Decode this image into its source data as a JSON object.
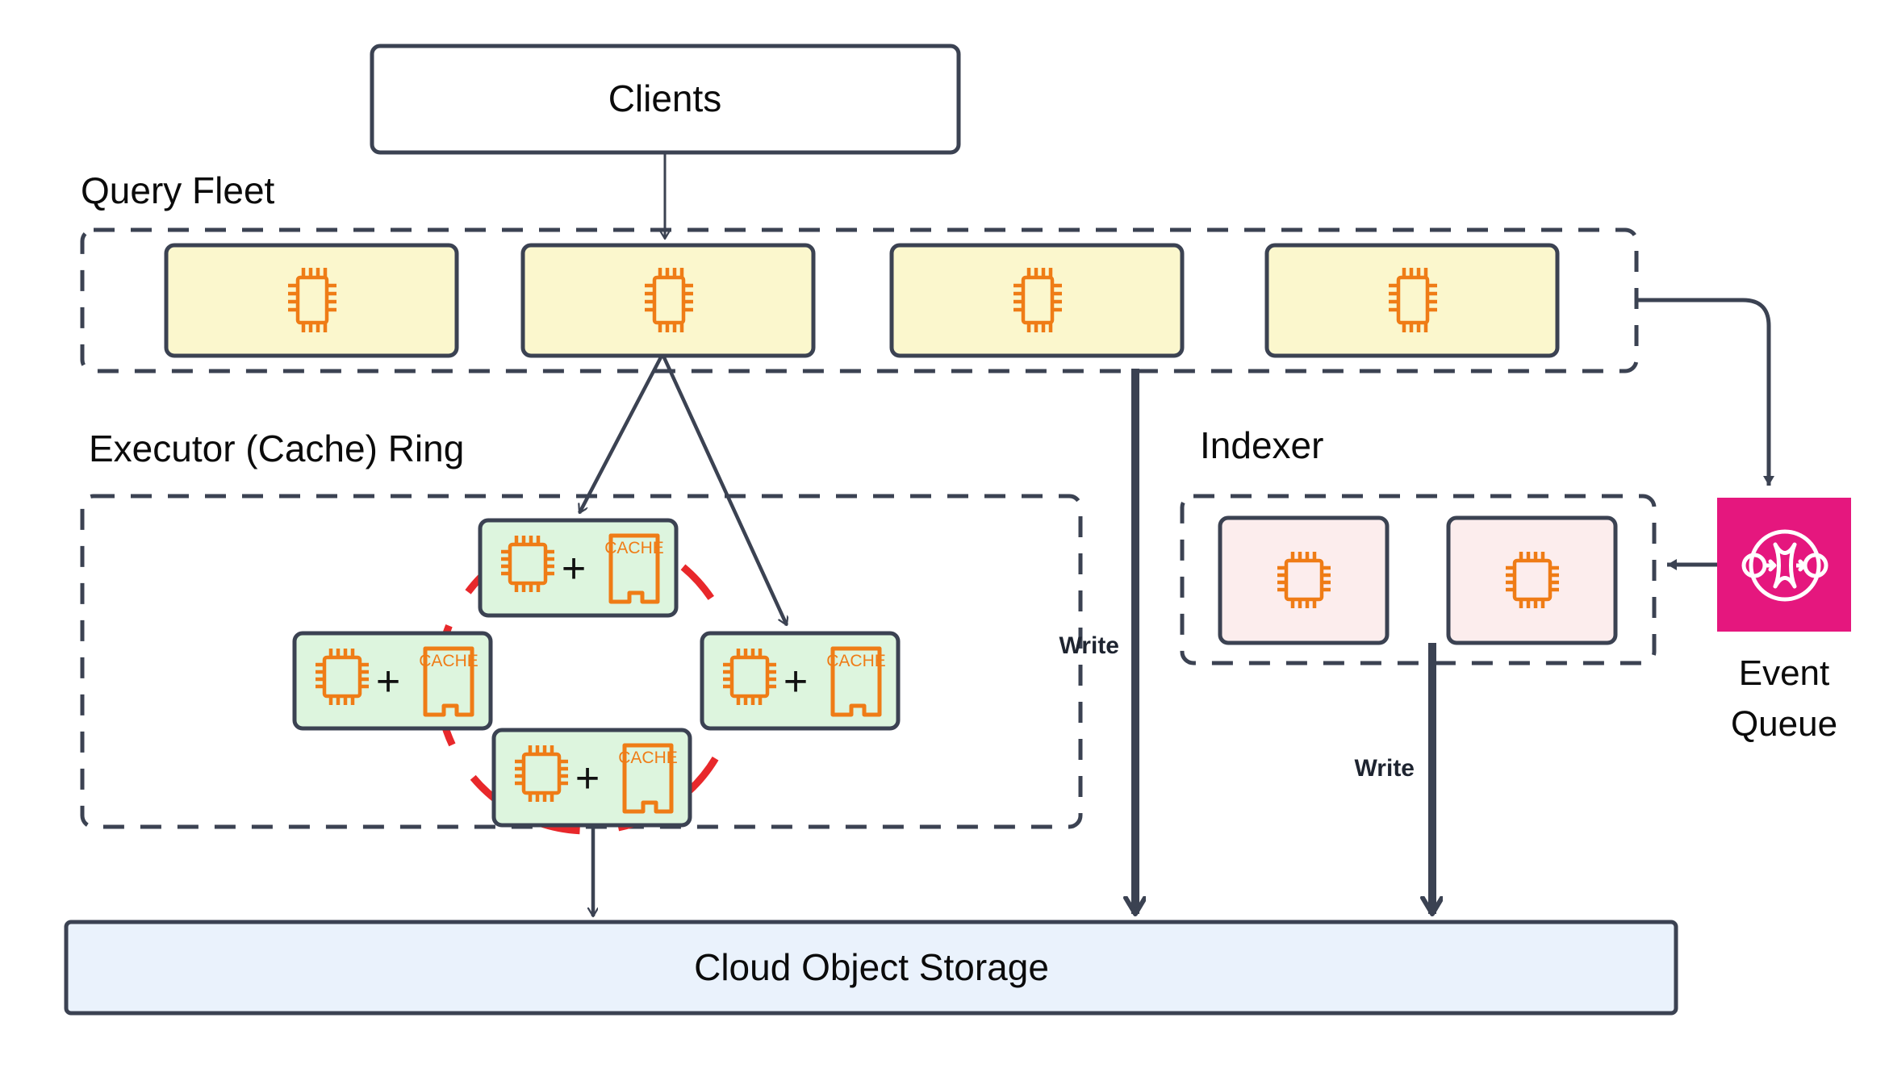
{
  "diagram": {
    "title_present": false,
    "colors": {
      "stroke_dark": "#3b4252",
      "query_fleet_fill": "#fbf7cd",
      "executor_fill": "#ddf5de",
      "indexer_fill": "#fceded",
      "storage_fill": "#eaf2fc",
      "event_queue_fill": "#e5177e",
      "ring_arc": "#e8282b",
      "icon_orange": "#ef7c16",
      "client_fill": "#ffffff"
    }
  },
  "clients": {
    "label": "Clients"
  },
  "query_fleet": {
    "group_label": "Query Fleet",
    "nodes": [
      {
        "id": "qf-1",
        "icon": "cpu-icon"
      },
      {
        "id": "qf-2",
        "icon": "cpu-icon"
      },
      {
        "id": "qf-3",
        "icon": "cpu-icon"
      },
      {
        "id": "qf-4",
        "icon": "cpu-icon"
      }
    ]
  },
  "executor_ring": {
    "group_label": "Executor (Cache) Ring",
    "nodes": [
      {
        "id": "ex-top",
        "position": "top",
        "icon_left": "cpu-icon",
        "operator": "+",
        "icon_right": "cache-icon",
        "cache_label": "CACHE"
      },
      {
        "id": "ex-left",
        "position": "left",
        "icon_left": "cpu-icon",
        "operator": "+",
        "icon_right": "cache-icon",
        "cache_label": "CACHE"
      },
      {
        "id": "ex-right",
        "position": "right",
        "icon_left": "cpu-icon",
        "operator": "+",
        "icon_right": "cache-icon",
        "cache_label": "CACHE"
      },
      {
        "id": "ex-bottom",
        "position": "bottom",
        "icon_left": "cpu-icon",
        "operator": "+",
        "icon_right": "cache-icon",
        "cache_label": "CACHE"
      }
    ]
  },
  "indexer": {
    "group_label": "Indexer",
    "nodes": [
      {
        "id": "ix-1",
        "icon": "cpu-icon"
      },
      {
        "id": "ix-2",
        "icon": "cpu-icon"
      }
    ]
  },
  "event_queue": {
    "label_line1": "Event",
    "label_line2": "Queue",
    "icon": "event-grid-icon"
  },
  "storage": {
    "label": "Cloud Object Storage"
  },
  "edges": [
    {
      "id": "clients-to-queryfleet",
      "label": ""
    },
    {
      "id": "queryfleet-to-ring-left",
      "label": ""
    },
    {
      "id": "queryfleet-to-ring-right",
      "label": ""
    },
    {
      "id": "queryfleet-to-storage",
      "label": "Write"
    },
    {
      "id": "queryfleet-to-eventqueue",
      "label": ""
    },
    {
      "id": "eventqueue-to-indexer",
      "label": ""
    },
    {
      "id": "indexer-to-storage",
      "label": "Write"
    },
    {
      "id": "ring-to-storage",
      "label": ""
    }
  ],
  "edge_labels": {
    "write_query": "Write",
    "write_indexer": "Write"
  }
}
